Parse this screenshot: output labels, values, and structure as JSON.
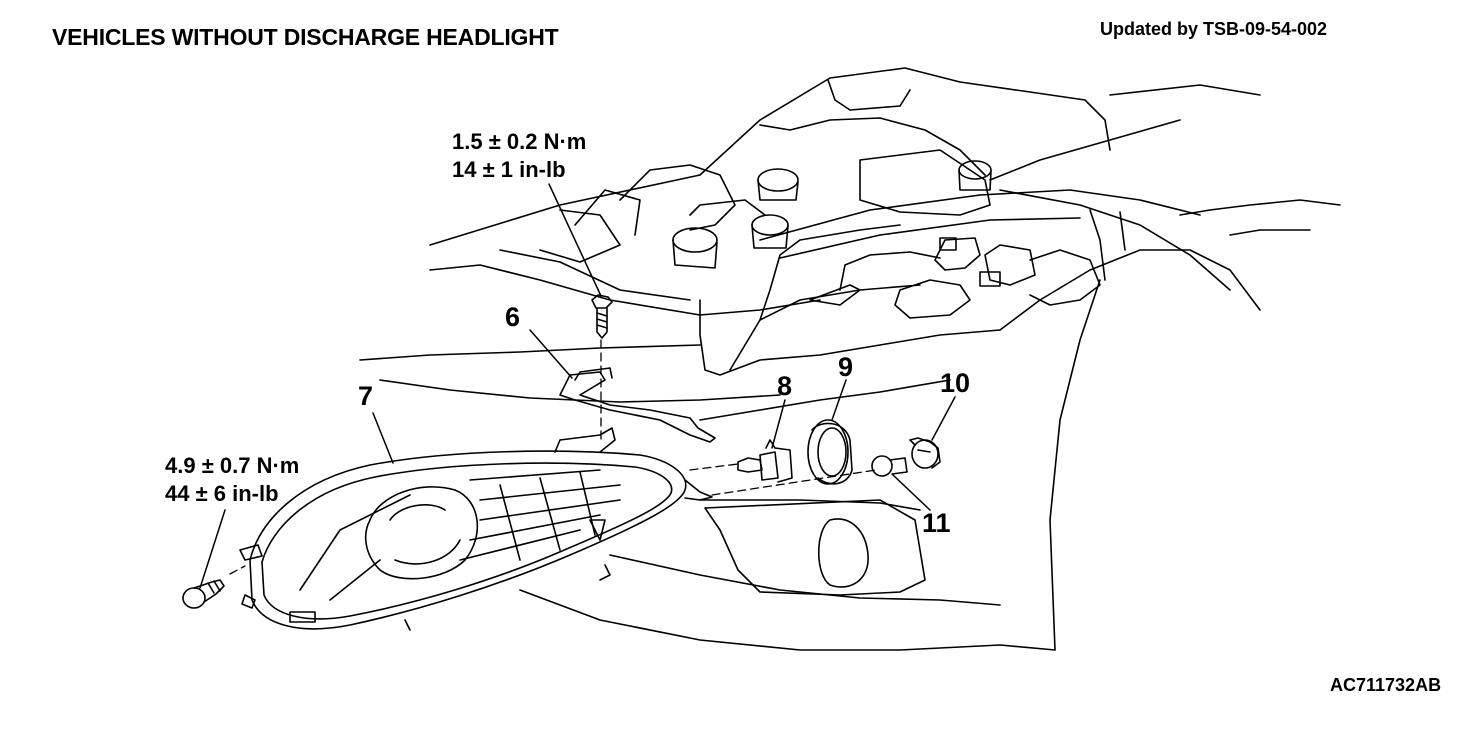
{
  "title": "VEHICLES WITHOUT DISCHARGE HEADLIGHT",
  "update_note": "Updated by TSB-09-54-002",
  "torque_specs": [
    {
      "metric": "1.5 ± 0.2 N·m",
      "imperial": "14 ± 1 in-lb"
    },
    {
      "metric": "4.9 ± 0.7 N·m",
      "imperial": "44 ± 6 in-lb"
    }
  ],
  "callouts": [
    "6",
    "7",
    "8",
    "9",
    "10",
    "11"
  ],
  "figure_code": "AC711732AB"
}
